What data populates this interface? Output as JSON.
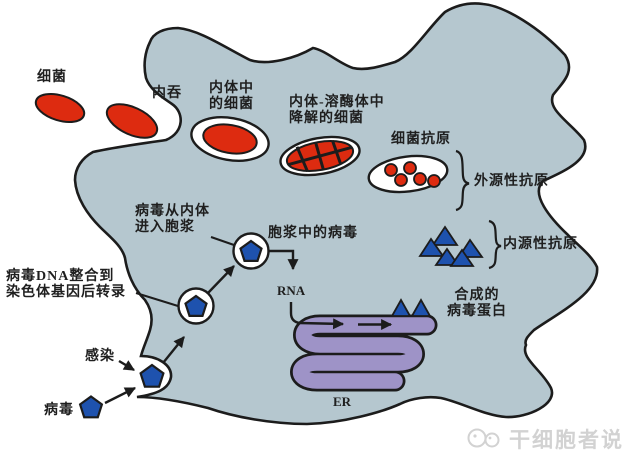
{
  "labels": {
    "bacteria": "细菌",
    "endocytosis": "内吞",
    "endosome_bacteria": "内体中\n的细菌",
    "degraded_bacteria": "内体-溶酶体中\n降解的细菌",
    "bacterial_antigen": "细菌抗原",
    "exogenous_antigen": "外源性抗原",
    "endogenous_antigen": "内源性抗原",
    "virus_from_endosome": "病毒从内体\n进入胞浆",
    "virus_in_cytoplasm": "胞浆中的病毒",
    "viral_dna_transcription": "病毒DNA整合到\n染色体基因后转录",
    "infection": "感染",
    "virus": "病毒",
    "rna": "RNA",
    "synthesized_viral_protein": "合成的\n病毒蛋白",
    "er": "ER"
  },
  "watermark": {
    "text": "干细胞者说"
  },
  "colors": {
    "background": "#ffffff",
    "cell_fill": "#b5c7cf",
    "outline": "#1c1c1c",
    "bacteria_red": "#dd2b10",
    "virus_blue": "#1e52ae",
    "er_purple": "#9e93c7",
    "label_text": "#1f1f1f",
    "watermark_gray": "#d2d2d2"
  }
}
